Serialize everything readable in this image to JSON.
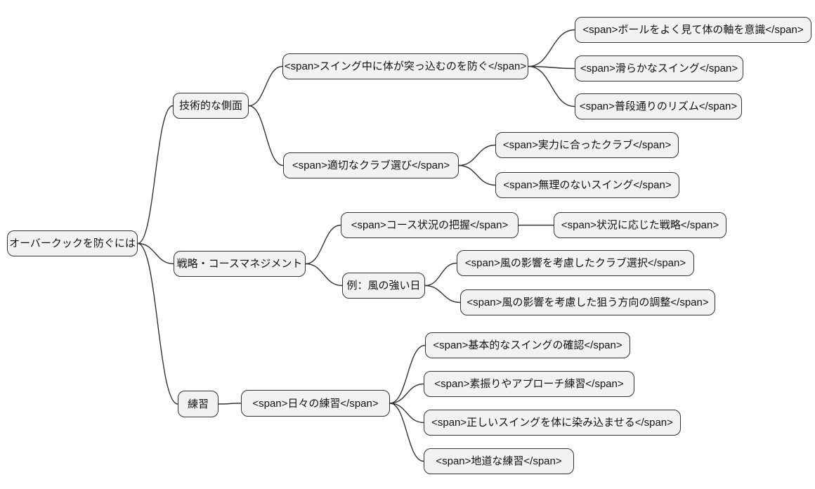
{
  "diagram": {
    "type": "mindmap-flowchart-left-to-right",
    "colors": {
      "background": "#ffffff",
      "node_fill": "#f2f2f2",
      "node_border": "#333333",
      "edge": "#333333",
      "text": "#111111"
    },
    "root_label": "オーバークックを防ぐには",
    "nodes": [
      {
        "id": "root",
        "label": "オーバークックを防ぐには",
        "parent": null
      },
      {
        "id": "tech",
        "label": "技術的な側面",
        "parent": "root"
      },
      {
        "id": "strat",
        "label": "戦略・コースマネジメント",
        "parent": "root"
      },
      {
        "id": "prac",
        "label": "練習",
        "parent": "root"
      },
      {
        "id": "t1",
        "label": "<span>スイング中に体が突っ込むのを防ぐ</span>",
        "parent": "tech"
      },
      {
        "id": "t2",
        "label": "<span>適切なクラブ選び</span>",
        "parent": "tech"
      },
      {
        "id": "t1a",
        "label": "<span>ボールをよく見て体の軸を意識</span>",
        "parent": "t1"
      },
      {
        "id": "t1b",
        "label": "<span>滑らかなスイング</span>",
        "parent": "t1"
      },
      {
        "id": "t1c",
        "label": "<span>普段通りのリズム</span>",
        "parent": "t1"
      },
      {
        "id": "t2a",
        "label": "<span>実力に合ったクラブ</span>",
        "parent": "t2"
      },
      {
        "id": "t2b",
        "label": "<span>無理のないスイング</span>",
        "parent": "t2"
      },
      {
        "id": "s1",
        "label": "<span>コース状況の把握</span>",
        "parent": "strat"
      },
      {
        "id": "s2",
        "label": "例：風の強い日",
        "parent": "strat"
      },
      {
        "id": "s1a",
        "label": "<span>状況に応じた戦略</span>",
        "parent": "s1"
      },
      {
        "id": "s2a",
        "label": "<span>風の影響を考慮したクラブ選択</span>",
        "parent": "s2"
      },
      {
        "id": "s2b",
        "label": "<span>風の影響を考慮した狙う方向の調整</span>",
        "parent": "s2"
      },
      {
        "id": "p1",
        "label": "<span>日々の練習</span>",
        "parent": "prac"
      },
      {
        "id": "p1a",
        "label": "<span>基本的なスイングの確認</span>",
        "parent": "p1"
      },
      {
        "id": "p1b",
        "label": "<span>素振りやアプローチ練習</span>",
        "parent": "p1"
      },
      {
        "id": "p1c",
        "label": "<span>正しいスイングを体に染み込ませる</span>",
        "parent": "p1"
      },
      {
        "id": "p1d",
        "label": "<span>地道な練習</span>",
        "parent": "p1"
      }
    ]
  }
}
